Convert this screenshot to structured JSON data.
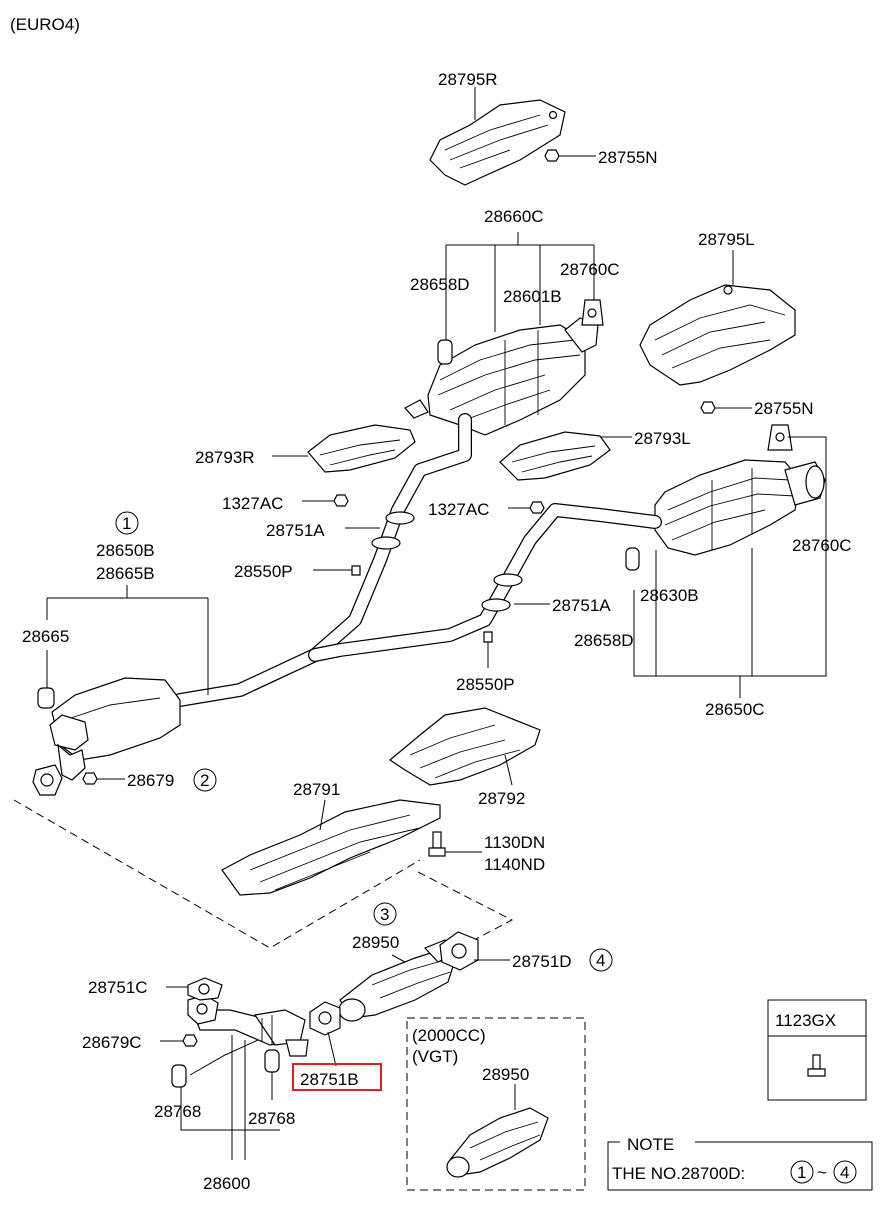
{
  "header": {
    "variant": "(EURO4)"
  },
  "labels": {
    "p28795R": "28795R",
    "p28755N_top": "28755N",
    "p28660C": "28660C",
    "p28658D_top": "28658D",
    "p28601B": "28601B",
    "p28760C_top": "28760C",
    "p28795L": "28795L",
    "p28755N_mid": "28755N",
    "p28793R": "28793R",
    "p1327AC_left": "1327AC",
    "p28793L": "28793L",
    "p1327AC_right": "1327AC",
    "p28751A_left": "28751A",
    "p28550P_left": "28550P",
    "p28650B": "28650B",
    "p28665B": "28665B",
    "p28665": "28665",
    "p28679": "28679",
    "p28760C_right": "28760C",
    "p28630B": "28630B",
    "p28751A_right": "28751A",
    "p28658D_right": "28658D",
    "p28550P_right": "28550P",
    "p28650C": "28650C",
    "p28791": "28791",
    "p28792": "28792",
    "p1130DN": "1130DN",
    "p1140ND": "1140ND",
    "p28950_main": "28950",
    "p28751D": "28751D",
    "p28751C": "28751C",
    "p28679C": "28679C",
    "p28751B": "28751B",
    "p28768_left": "28768",
    "p28768_right": "28768",
    "p28600": "28600",
    "p2000CC": "(2000CC)",
    "pVGT": "(VGT)",
    "p28950_vgt": "28950"
  },
  "circled": {
    "c1": "1",
    "c2": "2",
    "c3": "3",
    "c4": "4",
    "note_c1": "1",
    "note_c4": "4"
  },
  "part_box": {
    "code": "1123GX"
  },
  "note": {
    "title": "NOTE",
    "text": "THE NO.28700D:",
    "tilde": "~"
  },
  "colors": {
    "highlight": "#e31e24",
    "line": "#000000"
  }
}
